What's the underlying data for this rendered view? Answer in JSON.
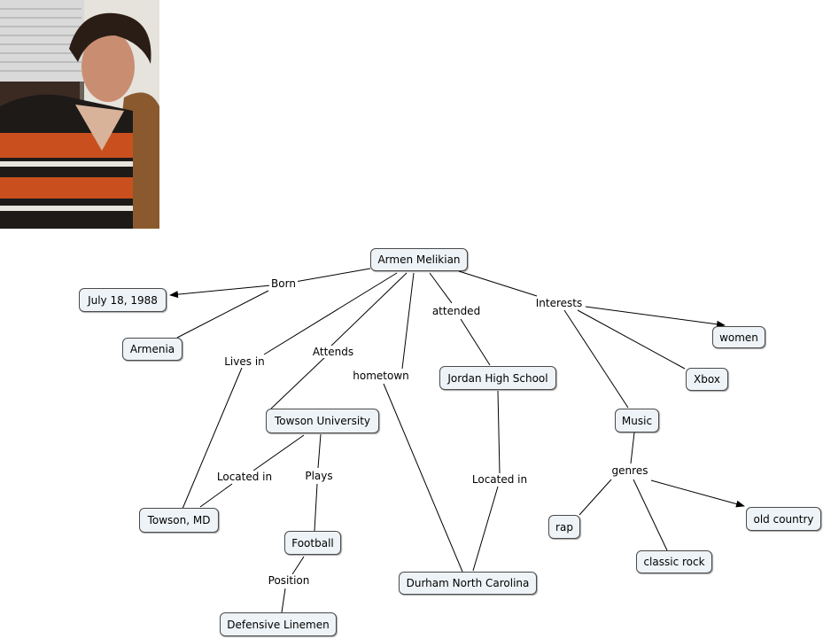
{
  "concepts": {
    "armen": "Armen Melikian",
    "july": "July 18, 1988",
    "armenia": "Armenia",
    "women": "women",
    "xbox": "Xbox",
    "jordan": "Jordan High School",
    "towsonu": "Towson University",
    "music": "Music",
    "towsonmd": "Towson, MD",
    "football": "Football",
    "oldcountry": "old country",
    "rap": "rap",
    "classicrock": "classic rock",
    "durham": "Durham North Carolina",
    "linemen": "Defensive Linemen"
  },
  "links": {
    "born": "Born",
    "interests": "Interests",
    "attended": "attended",
    "livesin": "Lives in",
    "attends": "Attends",
    "hometown": "hometown",
    "locatedin1": "Located in",
    "plays": "Plays",
    "locatedin2": "Located in",
    "genres": "genres",
    "position": "Position"
  },
  "colors": {
    "node_fill": "#eef3f7",
    "node_border": "#4a4a4a",
    "line": "#000000"
  }
}
